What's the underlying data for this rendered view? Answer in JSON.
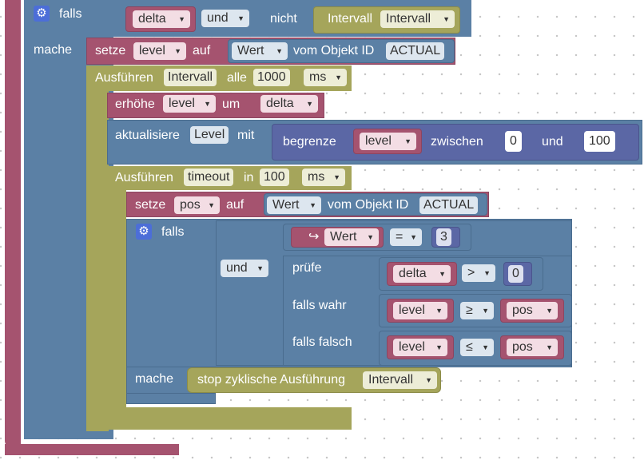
{
  "colors": {
    "logic": "#5b80a5",
    "variables": "#a5536f",
    "timers": "#a5a55b",
    "math": "#5b67a5"
  },
  "if_outer": {
    "label": "falls",
    "do_label": "mache",
    "var": "delta",
    "op": "und",
    "not_label": "nicht",
    "interval_label": "Intervall",
    "interval_var": "Intervall"
  },
  "set_level": {
    "label": "setze",
    "var": "level",
    "to": "auf",
    "value_prop": "Wert",
    "of_object": "vom Objekt ID",
    "object_id": "ACTUAL"
  },
  "interval": {
    "label": "Ausführen",
    "name": "Intervall",
    "every": "alle",
    "value": "1000",
    "unit": "ms"
  },
  "increment": {
    "label": "erhöhe",
    "var": "level",
    "by": "um",
    "amount": "delta"
  },
  "update": {
    "label": "aktualisiere",
    "target": "Level",
    "with": "mit",
    "clamp_label": "begrenze",
    "clamp_var": "level",
    "between": "zwischen",
    "min": "0",
    "and": "und",
    "max": "100"
  },
  "timeout": {
    "label": "Ausführen",
    "name": "timeout",
    "in": "in",
    "value": "100",
    "unit": "ms"
  },
  "set_pos": {
    "label": "setze",
    "var": "pos",
    "to": "auf",
    "value_prop": "Wert",
    "of_object": "vom Objekt ID",
    "object_id": "ACTUAL"
  },
  "if_inner": {
    "label": "falls",
    "do_label": "mache",
    "op": "und",
    "cond1": {
      "arrow": "↪",
      "prop": "Wert",
      "cmp": "=",
      "value": "3"
    },
    "ternary": {
      "check_label": "prüfe",
      "check_var": "delta",
      "check_cmp": ">",
      "check_val": "0",
      "true_label": "falls wahr",
      "true_var": "level",
      "true_cmp": "≥",
      "true_rhs": "pos",
      "false_label": "falls falsch",
      "false_var": "level",
      "false_cmp": "≤",
      "false_rhs": "pos"
    }
  },
  "stop": {
    "label": "stop zyklische Ausführung",
    "var": "Intervall"
  }
}
